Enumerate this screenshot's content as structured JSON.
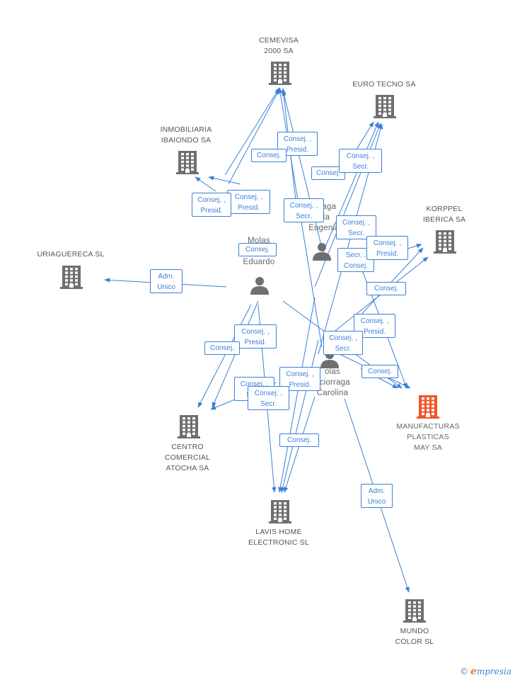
{
  "companies": [
    {
      "id": "cemevisa",
      "name": "CEMEVISA\n2000 SA",
      "highlight": false
    },
    {
      "id": "eurotecno",
      "name": "EURO TECNO SA",
      "highlight": false
    },
    {
      "id": "inmobiliaria",
      "name": "INMOBILIARIA\nIBAIONDO SA",
      "highlight": false
    },
    {
      "id": "korppel",
      "name": "KORPPEL\nIBERICA SA",
      "highlight": false
    },
    {
      "id": "uriaguereca",
      "name": "URIAGUERECA SL",
      "highlight": false
    },
    {
      "id": "manufacturas",
      "name": "MANUFACTURAS\nPLASTICAS\nMAY SA",
      "highlight": true
    },
    {
      "id": "centro",
      "name": "CENTRO\nCOMERCIAL\nATOCHA SA",
      "highlight": false
    },
    {
      "id": "lavis",
      "name": "LAVIS HOME\nELECTRONIC SL",
      "highlight": false
    },
    {
      "id": "mundo",
      "name": "MUNDO\nCOLOR SL",
      "highlight": false
    }
  ],
  "persons": [
    {
      "id": "eduardo",
      "name": "Molas\nUr     aga\nEduardo"
    },
    {
      "id": "eugenia",
      "name": "orraga\nMa\nEugenia"
    },
    {
      "id": "carolina",
      "name": "olas\naciorraga\nCarolina"
    }
  ],
  "edge_labels": [
    {
      "id": "l1",
      "text": "Consej. ,\nPresid."
    },
    {
      "id": "l2",
      "text": "Consej."
    },
    {
      "id": "l3",
      "text": "Consej. ,\nPresid."
    },
    {
      "id": "l4",
      "text": "Consej."
    },
    {
      "id": "l5",
      "text": "Consej. ,\nSecr."
    },
    {
      "id": "l6",
      "text": "Consej. ,\nPresid."
    },
    {
      "id": "l7",
      "text": "Consej. ,\nSecr."
    },
    {
      "id": "l8",
      "text": "Consej. ,\nSecr."
    },
    {
      "id": "l9",
      "text": "Consej."
    },
    {
      "id": "l10",
      "text": "Secr. ,\nConsej."
    },
    {
      "id": "l11",
      "text": "Consej. ,\nPresid."
    },
    {
      "id": "l12",
      "text": "Adm.\nUnico"
    },
    {
      "id": "l13",
      "text": "Consej."
    },
    {
      "id": "l14",
      "text": "Consej. ,\nPresid."
    },
    {
      "id": "l15",
      "text": "Consej. ,\nPresid."
    },
    {
      "id": "l16",
      "text": "Consej."
    },
    {
      "id": "l17",
      "text": "Consej. ,\nSecr."
    },
    {
      "id": "l18",
      "text": "Consej."
    },
    {
      "id": "l19",
      "text": "Consej. ,\nSecr."
    },
    {
      "id": "l20",
      "text": "Consej. ,\nPresid."
    },
    {
      "id": "l21",
      "text": "Consej. ,\nSecr."
    },
    {
      "id": "l22",
      "text": "Consej."
    },
    {
      "id": "l23",
      "text": "Adm.\nUnico"
    }
  ],
  "colors": {
    "edge": "#3b7fd9",
    "building": "#6f6f6f",
    "building_highlight": "#f0562a",
    "person": "#6f6f6f"
  },
  "brand": {
    "copyright": "©",
    "initial": "e",
    "name": "mpresia"
  }
}
